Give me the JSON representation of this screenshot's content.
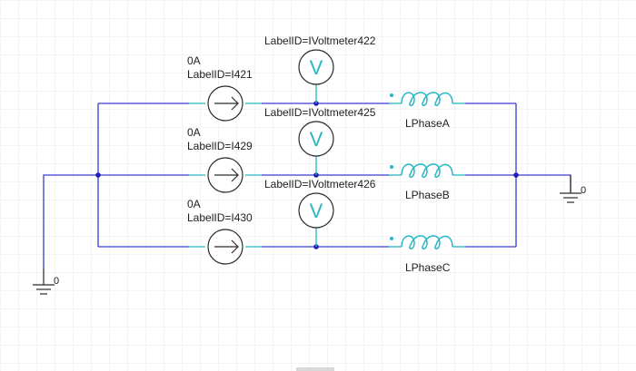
{
  "colors": {
    "background": "#ffffff",
    "grid": "#e9e9e9",
    "wire": "#3b3bd0",
    "component_stub": "#27b7c4",
    "component_body": "#2a2a2a",
    "voltmeter_symbol": "#27b7c4",
    "inductor": "#27b7c4",
    "junction": "#1f1fb8",
    "text": "#1e1e1e",
    "scrollbar": "#d8d8d8"
  },
  "schematic": {
    "current_sources": [
      {
        "value": "0A",
        "label": "LabelID=I421",
        "icon": "current-source-arrow-icon"
      },
      {
        "value": "0A",
        "label": "LabelID=I429",
        "icon": "current-source-arrow-icon"
      },
      {
        "value": "0A",
        "label": "LabelID=I430",
        "icon": "current-source-arrow-icon"
      }
    ],
    "voltmeters": [
      {
        "label": "LabelID=IVoltmeter422",
        "symbol": "V"
      },
      {
        "label": "LabelID=IVoltmeter425",
        "symbol": "V"
      },
      {
        "label": "LabelID=IVoltmeter426",
        "symbol": "V"
      }
    ],
    "inductors": [
      {
        "label": "LPhaseA",
        "icon": "inductor-coil-icon"
      },
      {
        "label": "LPhaseB",
        "icon": "inductor-coil-icon"
      },
      {
        "label": "LPhaseC",
        "icon": "inductor-coil-icon"
      }
    ],
    "grounds": [
      {
        "label": "0",
        "icon": "ground-icon"
      },
      {
        "label": "0",
        "icon": "ground-icon"
      }
    ]
  }
}
